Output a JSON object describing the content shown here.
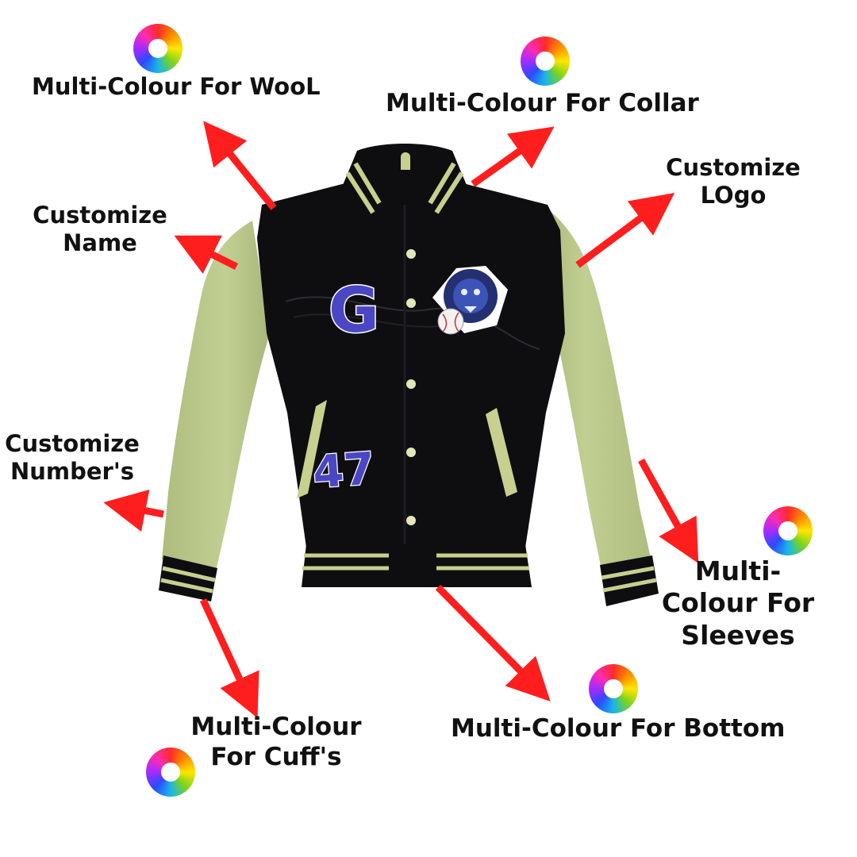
{
  "labels": {
    "wool": "Multi-Colour For WooL",
    "collar": "Multi-Colour For Collar",
    "logo_line1": "Customize",
    "logo_line2": "LOgo",
    "name_line1": "Customize",
    "name_line2": "Name",
    "number_line1": "Customize",
    "number_line2": "Number's",
    "sleeves_line1": "Multi-",
    "sleeves_line2": "Colour For",
    "sleeves_line3": "Sleeves",
    "cuffs_line1": "Multi-Colour",
    "cuffs_line2": "For Cuff's",
    "bottom": "Multi-Colour For Bottom"
  },
  "patches": {
    "letter": "G",
    "number": "47"
  },
  "colors": {
    "body": "#0e0e10",
    "sleeve": "#b8c68a",
    "stripe": "#c7d08e",
    "patch": "#4a46c4",
    "arrow": "#ff1e1e"
  },
  "icons": [
    "color-wheel-icon",
    "arrow-icon",
    "lion-logo-icon",
    "baseball-icon"
  ]
}
